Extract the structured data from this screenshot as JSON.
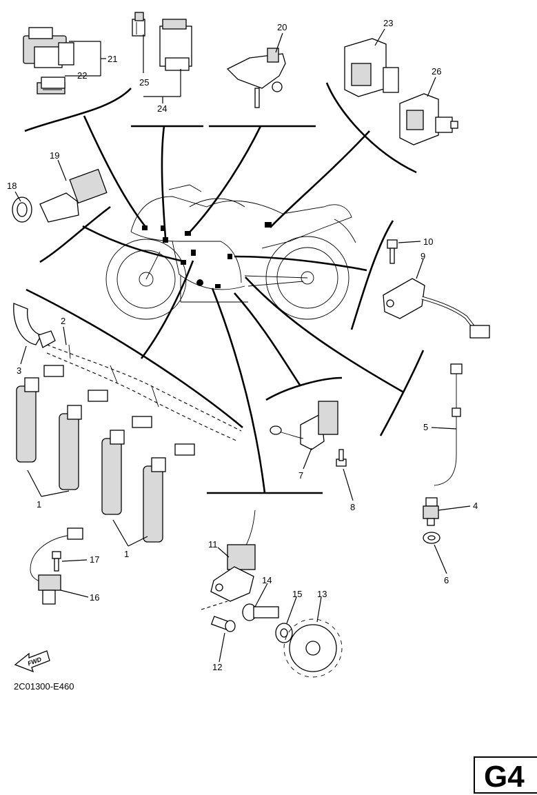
{
  "diagram": {
    "callouts": [
      "1",
      "1",
      "2",
      "3",
      "4",
      "5",
      "6",
      "7",
      "8",
      "9",
      "10",
      "11",
      "12",
      "13",
      "14",
      "15",
      "16",
      "17",
      "18",
      "19",
      "20",
      "21",
      "22",
      "23",
      "24",
      "25",
      "26"
    ],
    "fwd_label": "FWD",
    "drawing_code": "2C01300-E460",
    "page_tag": "G4"
  }
}
